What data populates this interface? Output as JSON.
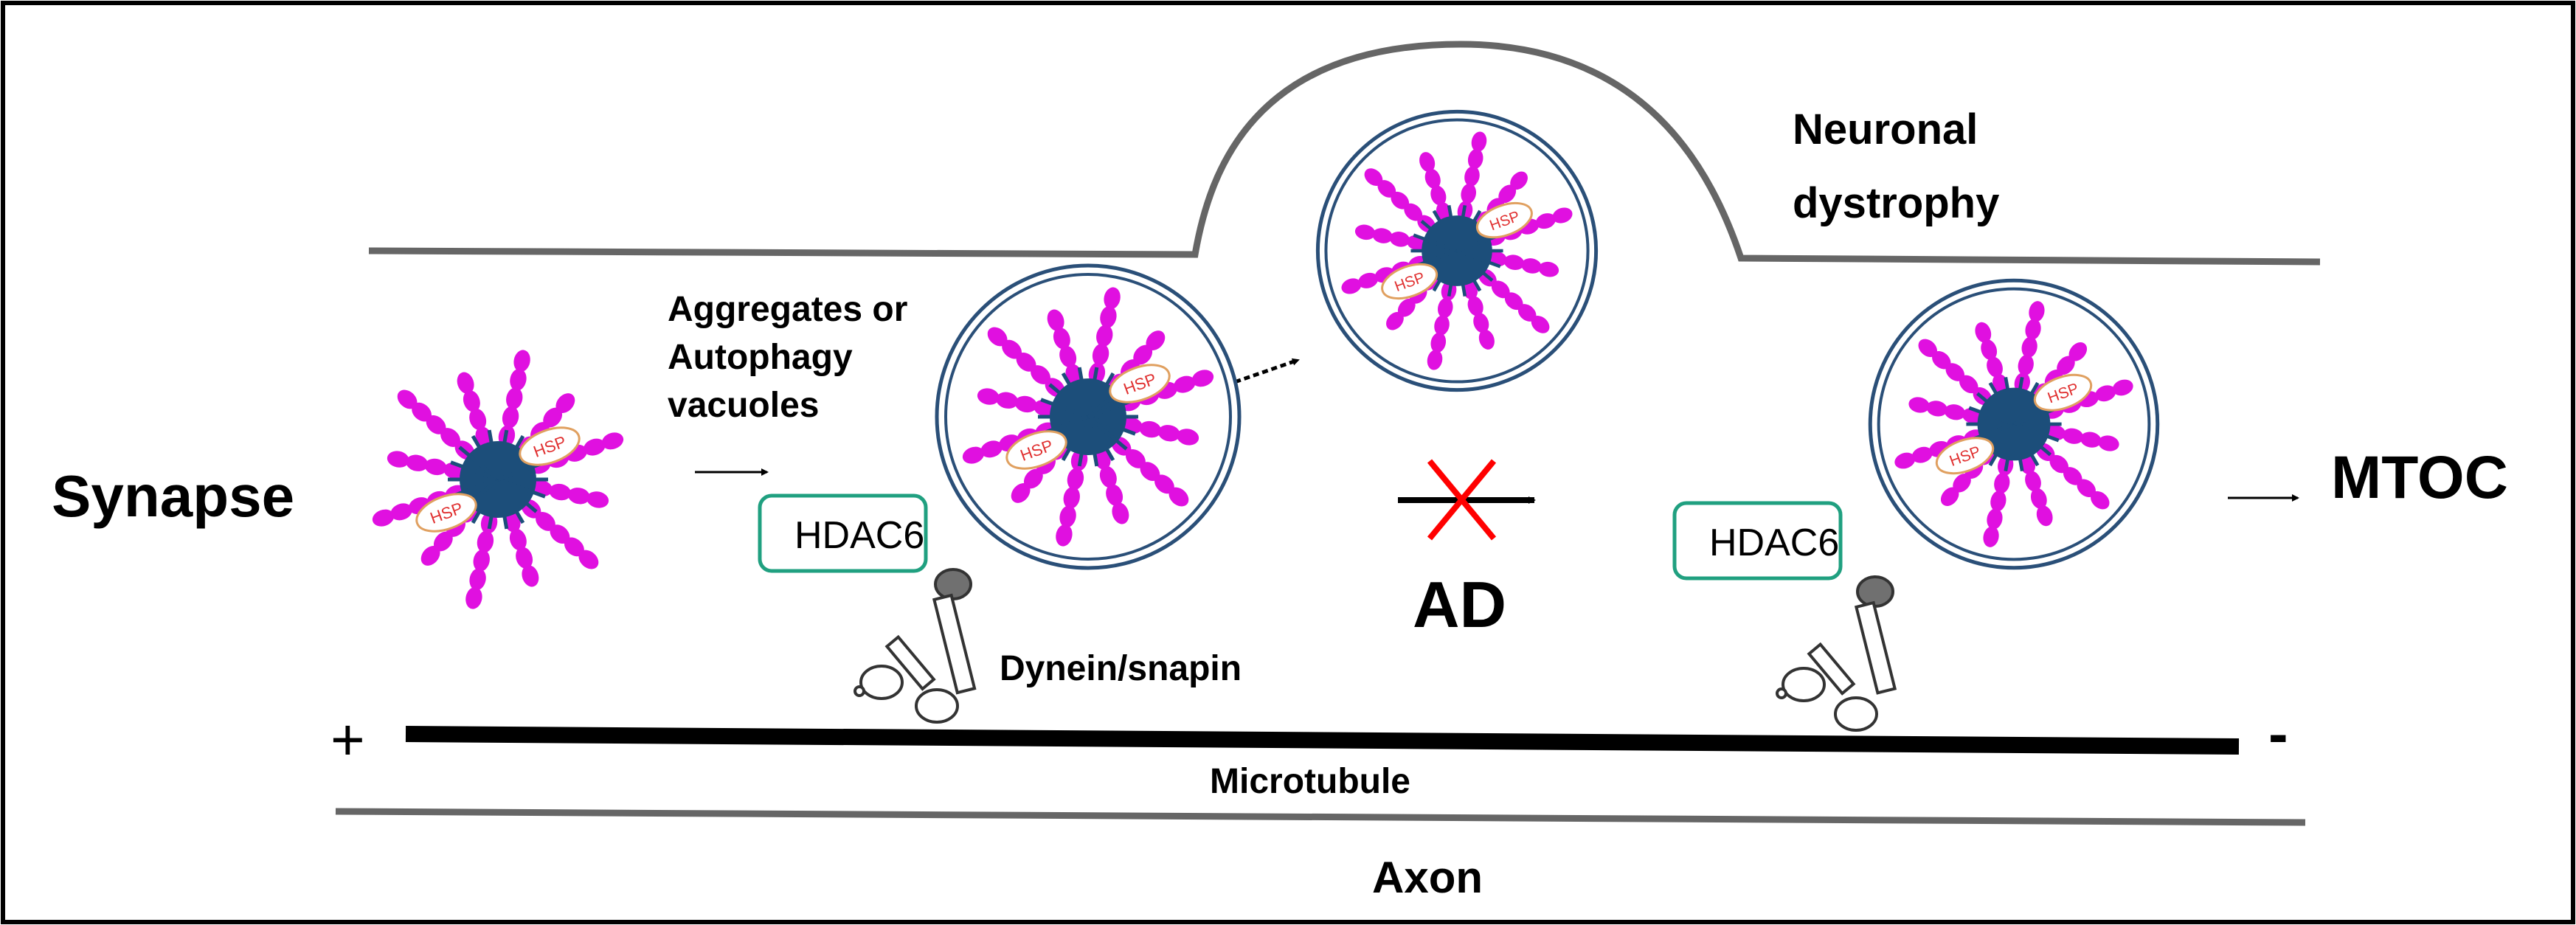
{
  "labels": {
    "synapse": "Synapse",
    "mtoc": "MTOC",
    "aggregates_line1": "Aggregates or",
    "aggregates_line2": "Autophagy",
    "aggregates_line3": "vacuoles",
    "neuronal_line1": "Neuronal",
    "neuronal_line2": "dystrophy",
    "ad": "AD",
    "dynein": "Dynein/snapin",
    "microtubule": "Microtubule",
    "axon": "Axon",
    "plus": "+",
    "minus": "-",
    "hdac6_left": "HDAC6",
    "hdac6_right": "HDAC6",
    "hsp": "HSP"
  },
  "colors": {
    "membrane": "#666666",
    "core": "#1c4e7a",
    "bead": "#e010e0",
    "hsp_border": "#e0a060",
    "hsp_text": "#e03030",
    "hdac6_border": "#20a080",
    "vacuole_ring": "#2a4f78",
    "block_cross": "#ff0000",
    "motor_head": "#707070"
  }
}
